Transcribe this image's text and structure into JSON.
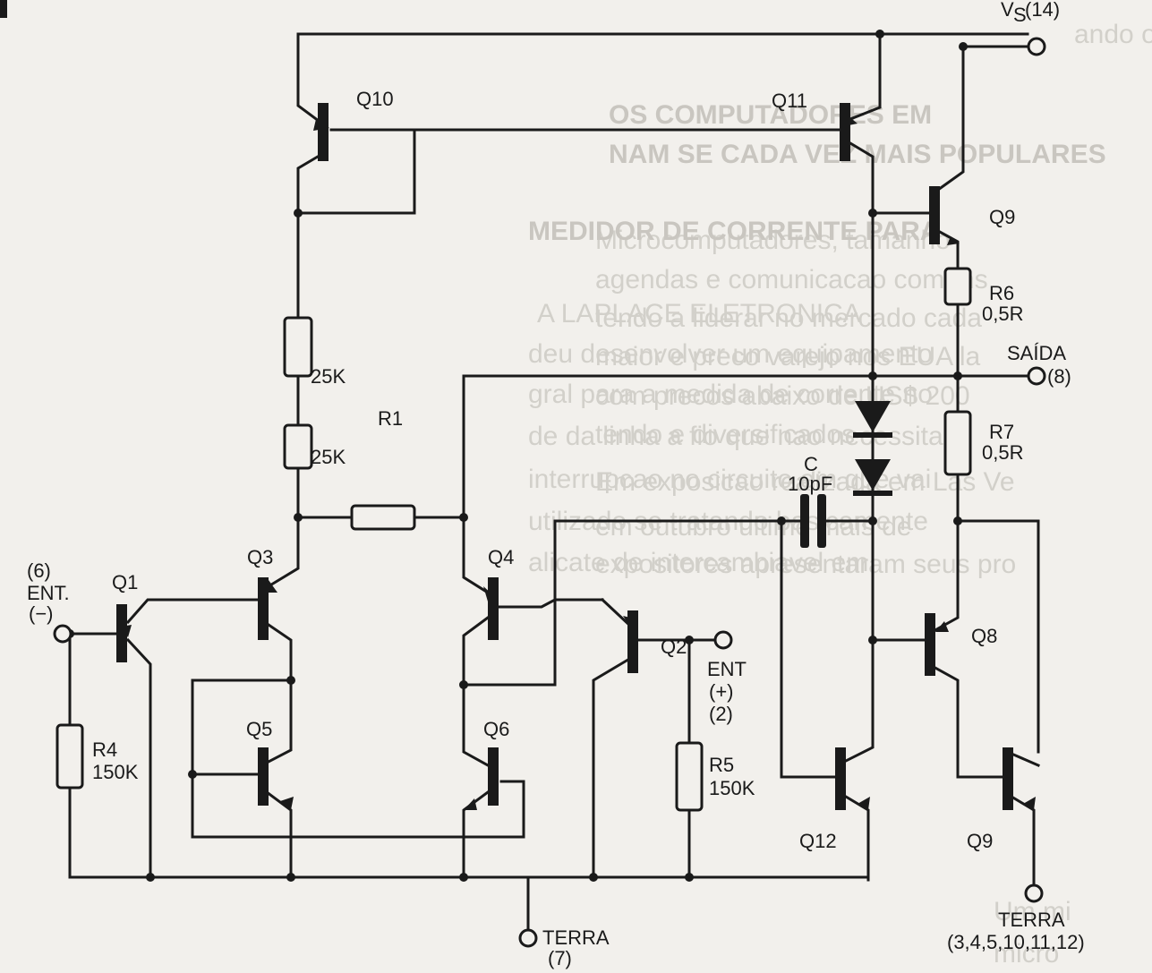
{
  "labels": {
    "vs": "V",
    "vs_sub": "S",
    "vs_pin": "(14)",
    "q1": "Q1",
    "q2": "Q2",
    "q3": "Q3",
    "q4": "Q4",
    "q5": "Q5",
    "q6": "Q6",
    "q8": "Q8",
    "q9_top": "Q9",
    "q9_bottom": "Q9",
    "q10": "Q10",
    "q11": "Q11",
    "q12": "Q12",
    "r1": "R1",
    "r1_upper": "25K",
    "r1_lower": "25K",
    "r4": "R4",
    "r4_value": "150K",
    "r5": "R5",
    "r5_value": "150K",
    "r6": "R6",
    "r6_value": "0,5R",
    "r7": "R7",
    "r7_value": "0,5R",
    "cap": "C",
    "cap_value": "10pF",
    "saida": "SAÍDA",
    "saida_pin": "(8)",
    "ent_neg_pin": "(6)",
    "ent_neg": "ENT.",
    "ent_neg_sign": "(−)",
    "ent_pos": "ENT",
    "ent_pos_sign": "(+)",
    "ent_pos_pin": "(2)",
    "terra_left": "TERRA",
    "terra_left_pin": "(7)",
    "terra_right": "TERRA",
    "terra_right_pins": "(3,4,5,10,11,12)"
  },
  "background_text": [
    "ando o Brasil estao sendo",
    "OS COMPUTADORES EM",
    "NAM SE CADA VEZ MAIS POPULARES",
    "Microcomputadores, tamanho",
    "agendas e comunicacao comuns",
    "tendo a liderar no mercado cada",
    "maior e preco varejo nos EUA la",
    "com precos abaixo de US$ 200",
    "tendo e diversificados",
    "Em exposicao realizada em Las Ve",
    "em outubro ultimo mais de",
    "expositores apresentaram seus pro",
    "MEDIDOR DE CORRENTE PARA",
    "A LAPLACE ELETRONICA",
    "deu desenvolver um equipamento",
    "gral para a medida de corrente no",
    "de da linha a fio que nao necessita",
    "interrupcao no circuito em que vai",
    "utilizado se tratando basicamente",
    "alicate de intercambiavel em",
    "Um mi",
    "micro"
  ]
}
